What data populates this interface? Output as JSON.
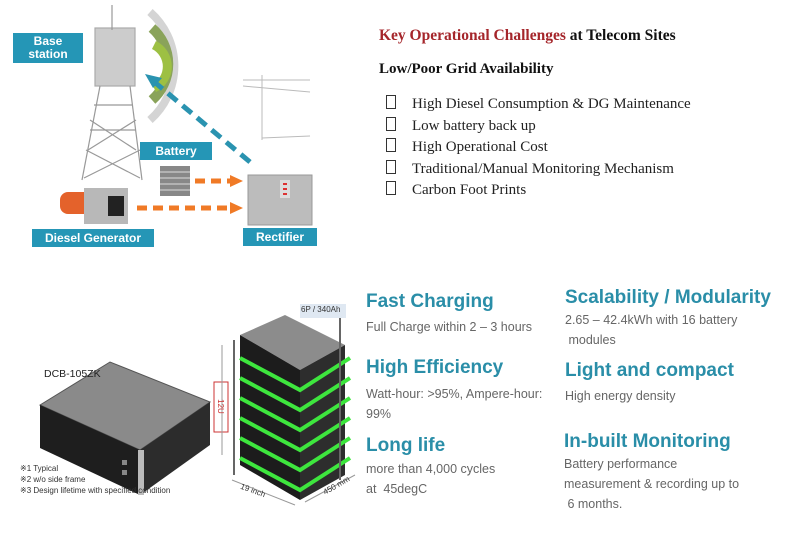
{
  "diagram": {
    "labels": {
      "base_station": "Base station",
      "battery": "Battery",
      "diesel_generator": "Diesel Generator",
      "rectifier": "Rectifier"
    },
    "colors": {
      "label_bg": "#2596b6",
      "arrow_orange": "#f07a26",
      "arrow_blue": "#2a93b0"
    }
  },
  "challenges": {
    "title_highlight": "Key Operational Challenges",
    "title_rest": " at Telecom Sites",
    "subtitle": "Low/Poor Grid Availability",
    "items": [
      "High Diesel Consumption & DG Maintenance",
      "Low battery back up",
      "High Operational Cost",
      "Traditional/Manual Monitoring Mechanism",
      "Carbon Foot Prints"
    ]
  },
  "product": {
    "model": "DCB-105ZK",
    "notes": [
      "※1 Typical",
      "※2 w/o side frame",
      "※3 Design lifetime with specified condition"
    ],
    "rack_label": "6P / 340Ah",
    "height_label": "12U",
    "width_label": "19 inch",
    "depth_label": "450 mm"
  },
  "features": [
    {
      "title": "Fast Charging",
      "desc": [
        "Full Charge within 2 – 3 hours"
      ]
    },
    {
      "title": "High Efficiency",
      "desc": [
        "Watt-hour: >95%, Ampere-hour:",
        "99%"
      ]
    },
    {
      "title": "Long life",
      "desc": [
        "more than 4,000 cycles",
        "at  45degC"
      ]
    },
    {
      "title": "Scalability / Modularity",
      "desc": [
        "2.65 – 42.4kWh with 16 battery",
        " modules"
      ]
    },
    {
      "title": "Light and compact",
      "desc": [
        "High energy density"
      ]
    },
    {
      "title": "In-built Monitoring",
      "desc": [
        "Battery performance",
        "measurement & recording up to",
        " 6 months."
      ]
    }
  ]
}
